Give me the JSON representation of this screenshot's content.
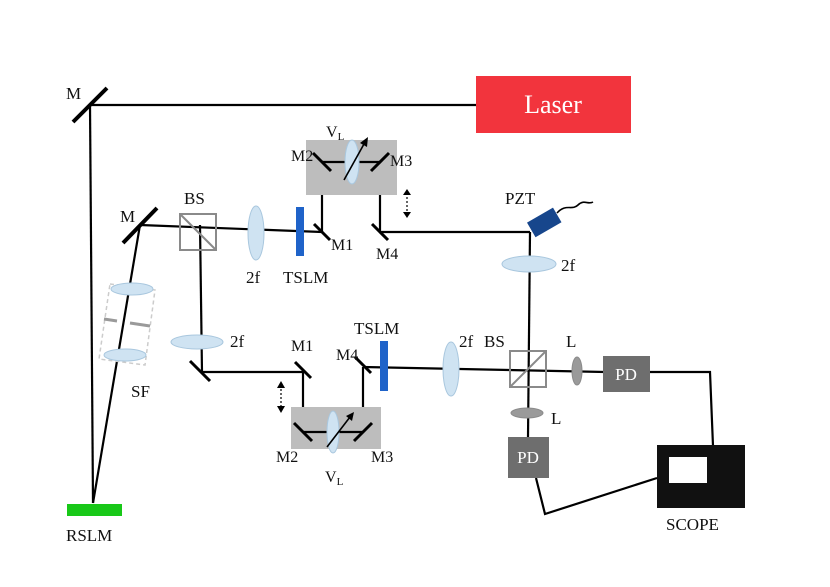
{
  "colors": {
    "laser": "#f2343d",
    "rslm": "#18c818",
    "tslm": "#1f63c9",
    "pzt": "#17468c",
    "pd": "#6e6e6e",
    "scope": "#111111",
    "delay_box": "#bdbdbd",
    "lens": "#cfe3f2"
  },
  "labels": {
    "laser": "Laser",
    "mirror_top_left": "M",
    "mirror_mid_left": "M",
    "bs_top": "BS",
    "bs_bottom": "BS",
    "lens_2f_a": "2f",
    "lens_2f_b": "2f",
    "lens_2f_c": "2f",
    "lens_2f_d": "2f",
    "tslm_top": "TSLM",
    "tslm_bottom": "TSLM",
    "m1_top": "M1",
    "m2_top": "M2",
    "m3_top": "M3",
    "m4_top": "M4",
    "m1_bottom": "M1",
    "m2_bottom": "M2",
    "m3_bottom": "M3",
    "m4_bottom": "M4",
    "vl_top_base": "V",
    "vl_top_sub": "L",
    "vl_bottom_base": "V",
    "vl_bottom_sub": "L",
    "pzt": "PZT",
    "sf": "SF",
    "rslm": "RSLM",
    "lens_l_right": "L",
    "lens_l_bottom": "L",
    "pd_right": "PD",
    "pd_bottom": "PD",
    "scope": "SCOPE"
  },
  "icons": {
    "mirror": "mirror-icon",
    "beam_splitter": "beam-splitter-icon",
    "lens": "lens-icon",
    "translation": "double-arrow-icon"
  }
}
